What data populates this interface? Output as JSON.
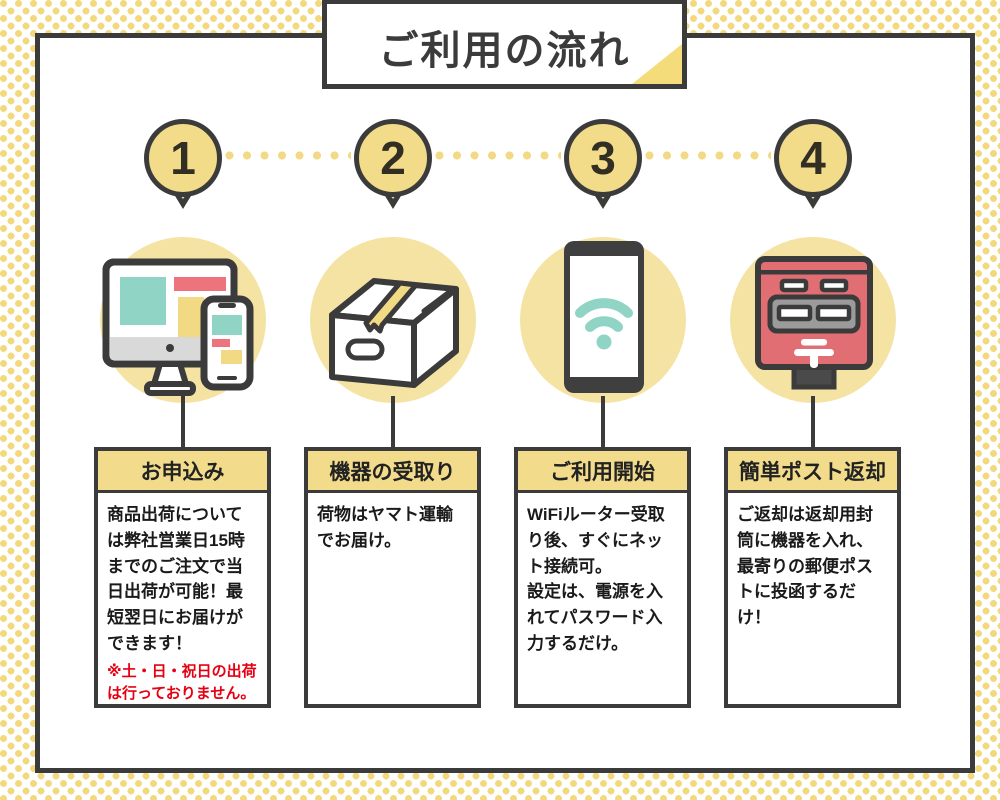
{
  "title": "ご利用の流れ",
  "steps": [
    {
      "number": "1",
      "heading": "お申込み",
      "body": "商品出荷については弊社営業日15時までのご注文で当日出荷が可能！最短翌日にお届けができます！",
      "note": "※土・日・祝日の出荷は行っておりません。",
      "icon": "devices-icon"
    },
    {
      "number": "2",
      "heading": "機器の受取り",
      "body": "荷物はヤマト運輸でお届け。",
      "note": "",
      "icon": "package-box-icon"
    },
    {
      "number": "3",
      "heading": "ご利用開始",
      "body": "WiFiルーター受取り後、すぐにネット接続可。\n設定は、電源を入れてパスワード入力するだけ。",
      "note": "",
      "icon": "wifi-smartphone-icon"
    },
    {
      "number": "4",
      "heading": "簡単ポスト返却",
      "body": "ご返却は返却用封筒に機器を入れ、最寄りの郵便ポストに投函するだけ！",
      "note": "",
      "icon": "postbox-icon"
    }
  ],
  "colors": {
    "outline_dark": "#3B3B3B",
    "dot_yellow": "#F3D97E",
    "bubble_yellow": "#F2DC89",
    "icon_circle_yellow": "#F5E3A3",
    "header_band_yellow": "#F2DC8C",
    "teal": "#8FD4C4",
    "coral_red": "#ED737C",
    "block_yellow": "#F2D984",
    "postbox_red": "#E06E73",
    "note_red": "#E60012"
  }
}
